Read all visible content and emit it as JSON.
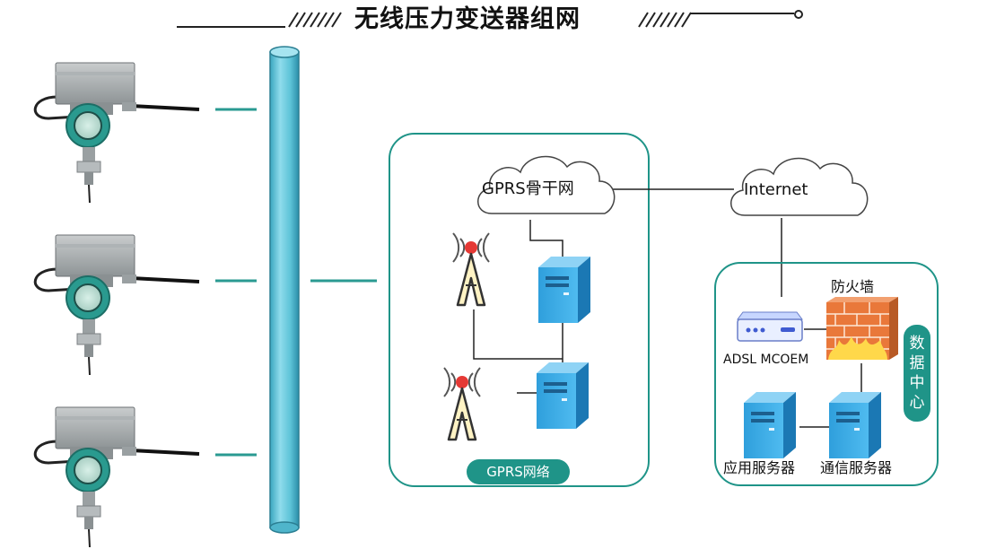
{
  "title": "无线压力变送器组网",
  "gprs_network": {
    "cloud_label": "GPRS骨干网",
    "badge_label": "GPRS网络"
  },
  "internet": {
    "cloud_label": "Internet"
  },
  "data_center": {
    "badge_label": "数据中心",
    "firewall_label": "防火墙",
    "modem_label": "ADSL MCOEM",
    "app_server_label": "应用服务器",
    "comm_server_label": "通信服务器"
  },
  "colors": {
    "teal_border": "#1f9488",
    "teal_line": "#2a9a92",
    "pipe": "#5ec4d8",
    "server_blue": "#2f9fdc",
    "antenna_red": "#e53935",
    "firewall_brick": "#e9783a"
  },
  "icons": [
    "pressure-transmitter-icon",
    "antenna-tower-icon",
    "server-icon",
    "cloud-icon",
    "modem-icon",
    "firewall-icon"
  ]
}
